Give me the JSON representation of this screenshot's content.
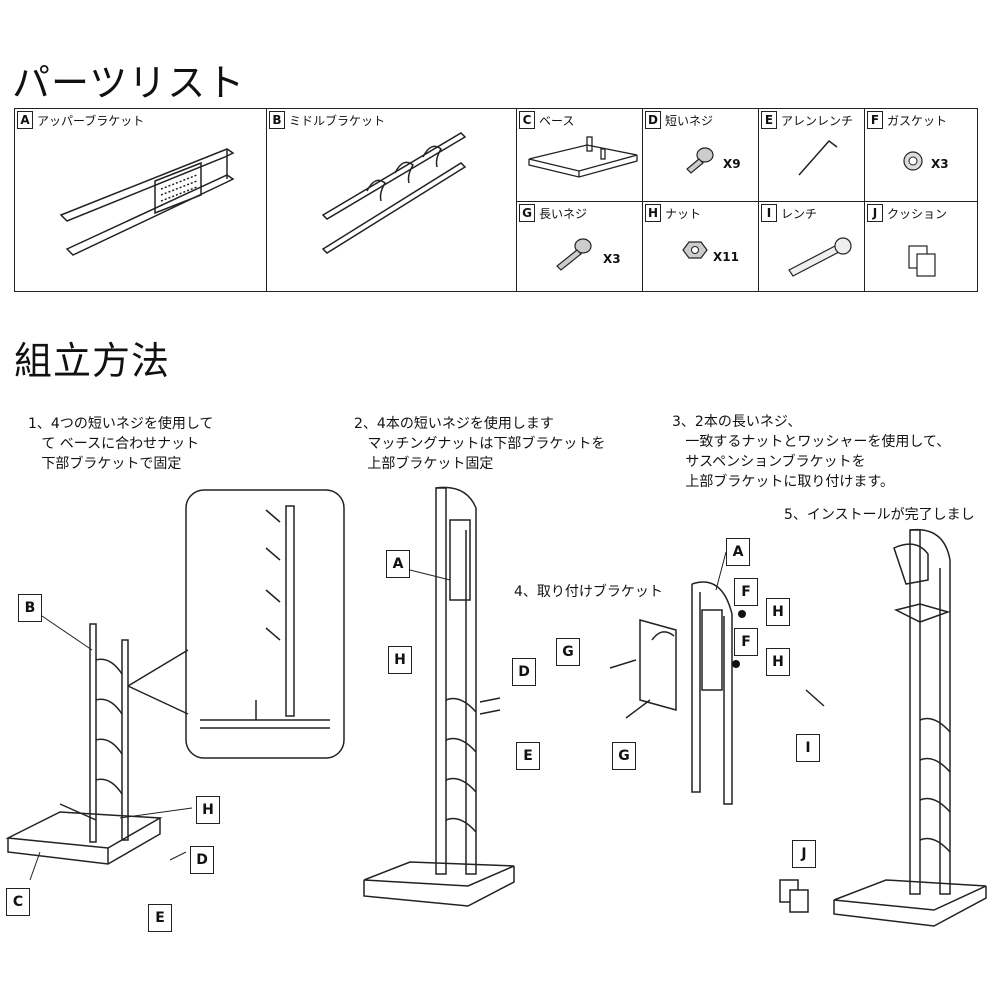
{
  "titles": {
    "parts_list": "パーツリスト",
    "assembly": "組立方法"
  },
  "parts": [
    {
      "letter": "A",
      "name": "アッパーブラケット",
      "qty": ""
    },
    {
      "letter": "B",
      "name": "ミドルブラケット",
      "qty": ""
    },
    {
      "letter": "C",
      "name": "ベース",
      "qty": ""
    },
    {
      "letter": "D",
      "name": "短いネジ",
      "qty": "X9"
    },
    {
      "letter": "E",
      "name": "アレンレンチ",
      "qty": ""
    },
    {
      "letter": "F",
      "name": "ガスケット",
      "qty": "X3"
    },
    {
      "letter": "G",
      "name": "長いネジ",
      "qty": "X3"
    },
    {
      "letter": "H",
      "name": "ナット",
      "qty": "X11"
    },
    {
      "letter": "I",
      "name": "レンチ",
      "qty": ""
    },
    {
      "letter": "J",
      "name": "クッション",
      "qty": ""
    }
  ],
  "steps": {
    "step1": "1、4つの短いネジを使用して\n   て ベースに合わせナット\n   下部ブラケットで固定",
    "step2": "2、4本の短いネジを使用します\n   マッチングナットは下部ブラケットを\n   上部ブラケット固定",
    "step3": "3、2本の長いネジ、\n   一致するナットとワッシャーを使用して、\n   サスペンションブラケットを\n   上部ブラケットに取り付けます。",
    "step4": "4、取り付けブラケット",
    "step5": "5、インストールが完了しまし"
  },
  "callouts": {
    "s1_b": "B",
    "s1_h": "H",
    "s1_d": "D",
    "s1_c": "C",
    "s1_e": "E",
    "s2_a": "A",
    "s2_h": "H",
    "s2_d": "D",
    "s2_e": "E",
    "s3_a": "A",
    "s3_f1": "F",
    "s3_h1": "H",
    "s3_f2": "F",
    "s3_h2": "H",
    "s3_g1": "G",
    "s3_g2": "G",
    "s3_i": "I",
    "s3_j": "J"
  }
}
